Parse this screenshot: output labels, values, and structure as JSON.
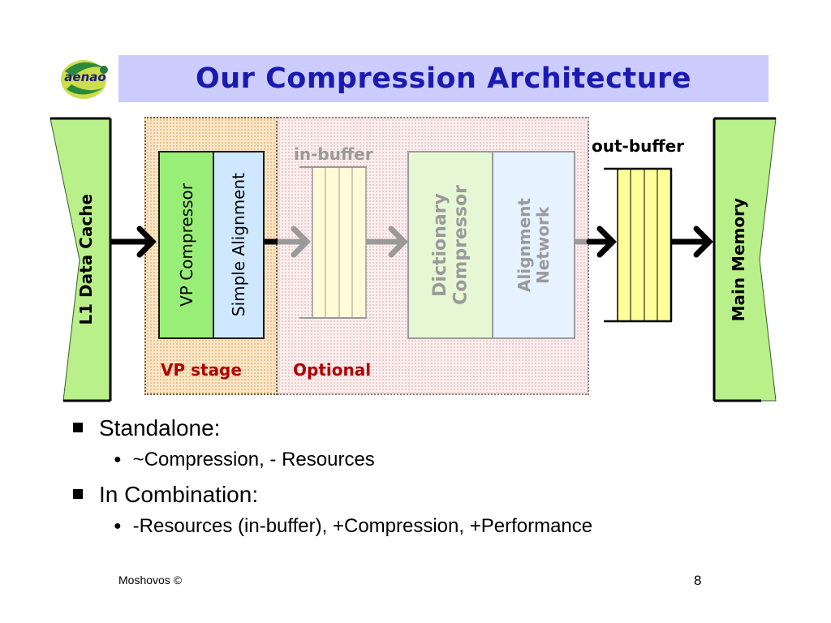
{
  "title": "Our Compression Architecture",
  "logo": {
    "text": "aenao"
  },
  "diagram": {
    "left_block": "L1 Data Cache",
    "right_block": "Main Memory",
    "vp_compressor": "VP Compressor",
    "simple_alignment": "Simple Alignment",
    "dictionary_compressor": "Dictionary Compressor",
    "dictionary_line1": "Dictionary",
    "dictionary_line2": "Compressor",
    "alignment_network_line1": "Alignment",
    "alignment_network_line2": "Network",
    "in_buffer": "in-buffer",
    "out_buffer": "out-buffer",
    "vp_stage": "VP stage",
    "optional": "Optional"
  },
  "bullets": [
    {
      "text": "Standalone:",
      "sub": [
        "~Compression, - Resources"
      ]
    },
    {
      "text": "In Combination:",
      "sub": [
        "-Resources (in-buffer), +Compression, +Performance"
      ]
    }
  ],
  "footer": {
    "author": "Moshovos ©",
    "page": "8"
  },
  "colors": {
    "title_bg": "#ccccff",
    "title_text": "#1a1ab3",
    "green_block": "#99ee77",
    "stage_label": "#b00000"
  }
}
